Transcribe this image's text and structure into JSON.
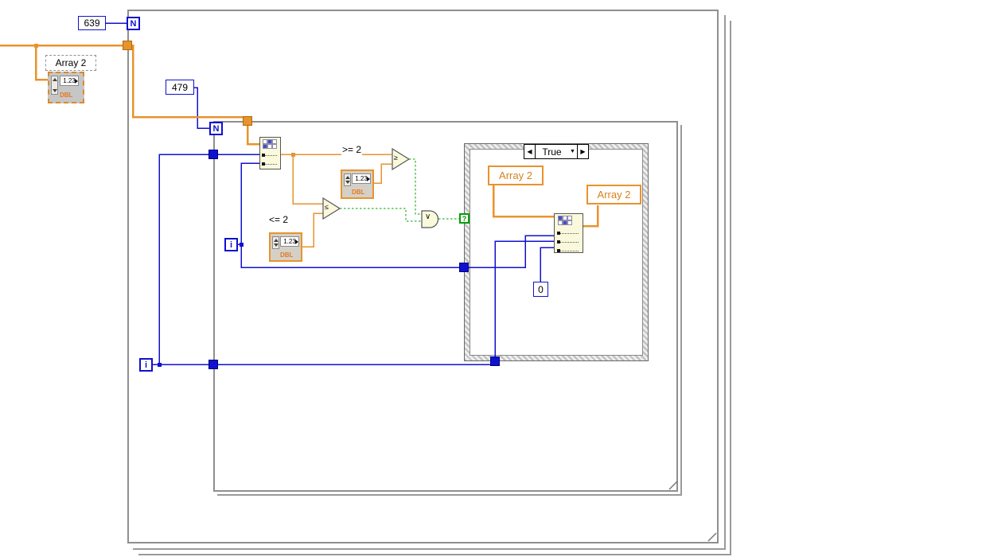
{
  "app": {
    "type": "labview-block-diagram"
  },
  "colors": {
    "wire_blue": "#1010D0",
    "wire_orange": "#E8932C",
    "wire_green": "#00A300",
    "structure_gray": "#8F8F8F"
  },
  "outer_loop": {
    "count_terminal": "N",
    "count_value": "639",
    "iteration_terminal": "i"
  },
  "inner_loop": {
    "count_terminal": "N",
    "count_value": "479",
    "iteration_terminal": "i"
  },
  "array_control": {
    "label": "Array 2",
    "display_value": "1.23",
    "type_label": "DBL"
  },
  "comparison": {
    "gte": {
      "label": ">= 2",
      "symbol": "≥"
    },
    "lte": {
      "label": "<= 2",
      "symbol": "≤"
    },
    "or_symbol": "∨",
    "gte_constant": {
      "value": "1.23",
      "type_label": "DBL"
    },
    "lte_constant": {
      "value": "1.23",
      "type_label": "DBL"
    }
  },
  "case_structure": {
    "selector_prev": "◀",
    "selector_value": "True",
    "selector_menu": "▼",
    "selector_next": "▶",
    "selector_terminal": "?",
    "local_read": {
      "label": "Array 2"
    },
    "local_write": {
      "label": "Array 2"
    },
    "index_constant": "0"
  }
}
